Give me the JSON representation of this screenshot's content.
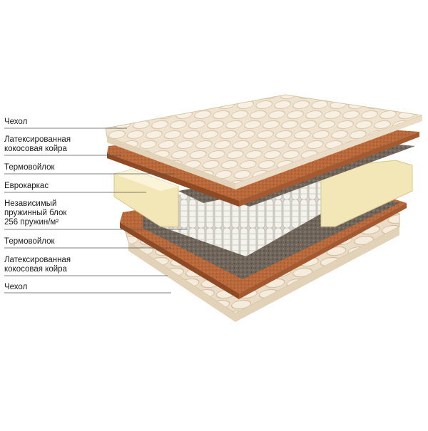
{
  "diagram": {
    "layers": [
      {
        "id": "cover-top",
        "label": "Чехол"
      },
      {
        "id": "coir-top",
        "label": "Латексированная\nкокосовая койра"
      },
      {
        "id": "felt-top",
        "label": "Термовойлок"
      },
      {
        "id": "euroframe",
        "label": "Еврокаркас"
      },
      {
        "id": "spring-block",
        "label": "Независимый\nпружинный блок\n256 пружин/м²"
      },
      {
        "id": "felt-bottom",
        "label": "Термовойлок"
      },
      {
        "id": "coir-bottom",
        "label": "Латексированная\nкокосовая койра"
      },
      {
        "id": "cover-bottom",
        "label": "Чехол"
      }
    ],
    "colors": {
      "cover": "#efe3d0",
      "cover_shadow": "#d9c6a8",
      "coir": "#b9683a",
      "coir_dark": "#8f4a24",
      "felt": "#6f655b",
      "foam": "#f3e7b8",
      "spring": "#e8e6e0",
      "leader": "#555555"
    }
  }
}
